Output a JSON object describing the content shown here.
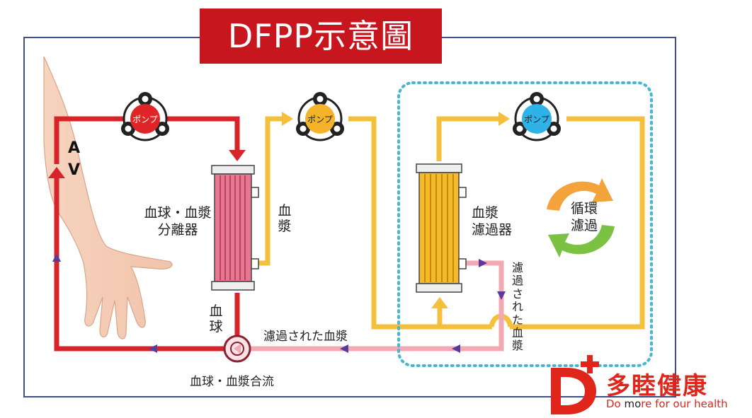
{
  "title": "DFPP示意圖",
  "pump_label": "ポンプ",
  "arm_labels": {
    "a": "A",
    "v": "V"
  },
  "separator_label": [
    "血球・血漿",
    "分離器"
  ],
  "plasma_label": "血漿",
  "cells_label": "血球",
  "filter_label": [
    "血漿",
    "濾過器"
  ],
  "cycle_label": [
    "循環",
    "濾過"
  ],
  "filtered_plasma_vertical": "濾過された血漿",
  "filtered_plasma_horizontal": "濾過された血漿",
  "merge_label": "血球・血漿合流",
  "logo": {
    "brand": "多睦健康",
    "slogan_pre": "Do ",
    "slogan_mid": "mo",
    "slogan_post": "re for our health"
  },
  "colors": {
    "blood": "#d9232b",
    "plasma": "#f4bf3a",
    "filtered": "#f2a9b3",
    "pump_red": "#e02528",
    "pump_yellow": "#f4b32a",
    "pump_blue": "#2fb2e8",
    "dotted": "#45b6d6",
    "flow_arrow": "#5a3a9a"
  }
}
